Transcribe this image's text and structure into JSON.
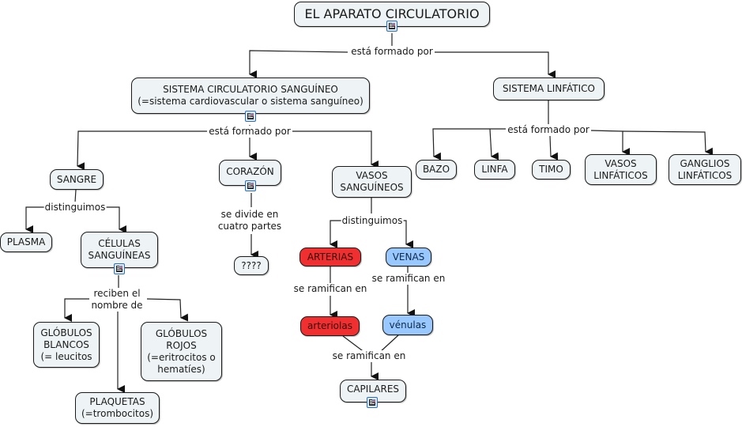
{
  "map_title": "EL APARATO CIRCULATORIO",
  "colors": {
    "node_default": "#eef3f5",
    "node_arteries": "#f03030",
    "node_veins": "#99c8ff",
    "line": "#1a1a1a"
  },
  "nodes": {
    "root": "EL APARATO CIRCULATORIO",
    "sangui": "SISTEMA CIRCULATORIO SANGUÍNEO\n(=sistema cardiovascular o sistema sanguíneo)",
    "linf": "SISTEMA LINFÁTICO",
    "sangre": "SANGRE",
    "corazon": "CORAZÓN",
    "vasos": "VASOS\nSANGUÍNEOS",
    "bazo": "BAZO",
    "linfa": "LINFA",
    "timo": "TIMO",
    "vasoslinf": "VASOS\nLINFÁTICOS",
    "ganglios": "GANGLIOS\nLINFÁTICOS",
    "plasma": "PLASMA",
    "celulas": "CÉLULAS\nSANGUÍNEAS",
    "partes": "????",
    "arterias": "ARTERIAS",
    "venas": "VENAS",
    "arteriolas": "arteriolas",
    "venulas": "vénulas",
    "capilares": "CAPILARES",
    "blancos": "GLÓBULOS\nBLANCOS\n(= leucitos",
    "rojos": "GLÓBULOS\nROJOS\n(=eritrocitos o\nhematíes)",
    "plaquetas": "PLAQUETAS\n(=trombocitos)"
  },
  "link_labels": {
    "root_formado": "está formado por",
    "sangui_formado": "está formado por",
    "linf_formado": "está formado por",
    "sangre_dist": "distinguimos",
    "corazon_divide": "se divide en\ncuatro partes",
    "vasos_dist": "distinguimos",
    "art_ramif": "se ramifican en",
    "ven_ramif": "se ramifican en",
    "cap_ramif": "se ramifican en",
    "cel_reciben": "reciben el\nnombre de"
  },
  "resource_icons": [
    "root",
    "sangui",
    "corazon",
    "celulas",
    "capilares"
  ]
}
